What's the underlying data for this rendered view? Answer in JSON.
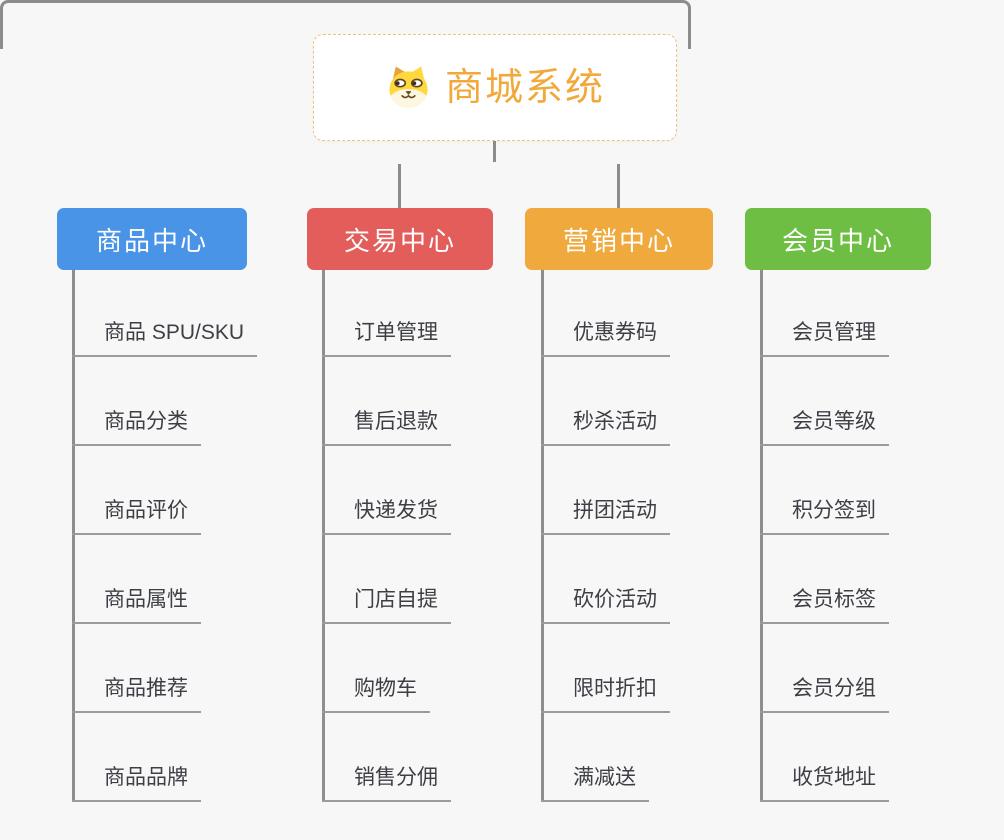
{
  "root": {
    "title": "商城系统",
    "icon": "shiba-dog-icon"
  },
  "branches": [
    {
      "label": "商品中心",
      "color": "#4a94e8",
      "items": [
        "商品 SPU/SKU",
        "商品分类",
        "商品评价",
        "商品属性",
        "商品推荐",
        "商品品牌"
      ]
    },
    {
      "label": "交易中心",
      "color": "#e35d5b",
      "items": [
        "订单管理",
        "售后退款",
        "快递发货",
        "门店自提",
        "购物车",
        "销售分佣"
      ]
    },
    {
      "label": "营销中心",
      "color": "#efa93d",
      "items": [
        "优惠券码",
        "秒杀活动",
        "拼团活动",
        "砍价活动",
        "限时折扣",
        "满减送"
      ]
    },
    {
      "label": "会员中心",
      "color": "#6ebe44",
      "items": [
        "会员管理",
        "会员等级",
        "积分签到",
        "会员标签",
        "会员分组",
        "收货地址"
      ]
    }
  ],
  "colors": {
    "background": "#f7f7f7",
    "connector_line": "#8c8c8c",
    "leaf_underline": "#9b9b9b",
    "leaf_text": "#3d3f45",
    "root_border": "#f2c179",
    "root_text": "#f2a93b"
  }
}
